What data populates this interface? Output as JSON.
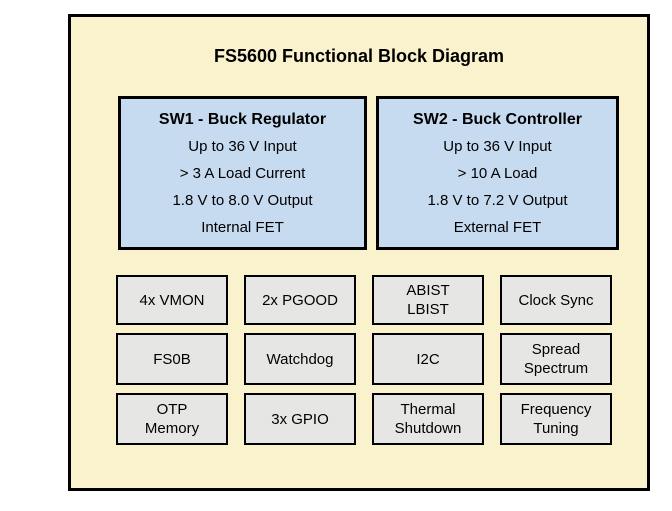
{
  "title": "FS5600 Functional Block Diagram",
  "colors": {
    "page_background": "#FFFFFF",
    "panel_background": "#FAF2CD",
    "regulator_block_fill": "#C6DAF0",
    "feature_block_fill": "#E6E7E5",
    "border": "#000000",
    "text": "#000000"
  },
  "regulators": [
    {
      "name": "SW1 - Buck Regulator",
      "lines": [
        "Up to 36 V Input",
        "> 3 A Load Current",
        "1.8 V to 8.0 V Output",
        "Internal FET"
      ]
    },
    {
      "name": "SW2 - Buck Controller",
      "lines": [
        "Up to 36 V Input",
        "> 10 A Load",
        "1.8 V to 7.2 V Output",
        "External FET"
      ]
    }
  ],
  "features": [
    [
      "4x VMON",
      "2x PGOOD",
      "ABIST\nLBIST",
      "Clock Sync"
    ],
    [
      "FS0B",
      "Watchdog",
      "I2C",
      "Spread\nSpectrum"
    ],
    [
      "OTP\nMemory",
      "3x GPIO",
      "Thermal\nShutdown",
      "Frequency\nTuning"
    ]
  ]
}
